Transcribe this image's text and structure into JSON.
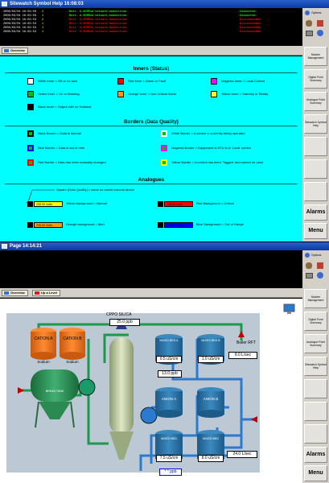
{
  "window1": {
    "title": "Sitewatch Symbol Help    16:08:03"
  },
  "window2": {
    "title": "Page     14:14:21"
  },
  "alarms": [
    {
      "date": "2006/03/04 16:02:56",
      "num": "2",
      "msg": "Host: A ACM01A network connection",
      "status": "Connected",
      "mcolor": "#00ff00",
      "scolor": "#00ff00"
    },
    {
      "date": "2006/03/04 16:02:56",
      "num": "1",
      "msg": "Host: A ACM01A network connection",
      "status": "Connected",
      "mcolor": "#00ff00",
      "scolor": "#00ff00"
    },
    {
      "date": "2006/03/04 16:02:53",
      "num": "2",
      "msg": "Host: A ACM01A network connection",
      "status": "Disconnected",
      "mcolor": "#ff0000",
      "scolor": "#ff0000"
    },
    {
      "date": "2006/03/04 16:02:53",
      "num": "1",
      "msg": "Host: A ACM01A network connection",
      "status": "Disconnected",
      "mcolor": "#ff0000",
      "scolor": "#ff0000"
    },
    {
      "date": "2006/03/04 16:02:53",
      "num": "1",
      "msg": "Host: A ACM01A network connection",
      "status": "Disconnected",
      "mcolor": "#ff0000",
      "scolor": "#ff0000"
    },
    {
      "date": "2006/03/04 16:02:53",
      "num": "1",
      "msg": "Host: A ACM01A network connection",
      "status": "Disconnected",
      "mcolor": "#ff0000",
      "scolor": "#ff0000"
    }
  ],
  "sidebar": {
    "options": "Options",
    "modem": "Modem Management",
    "digital": "Digital Point Summary",
    "analogue": "Analogue Point Summary",
    "symbol_help": "Sitewatch Symbol Help",
    "alarms": "Alarms",
    "menu": "Menu"
  },
  "toolbar1": {
    "overview": "Overview"
  },
  "toolbar2": {
    "overview": "Overview",
    "up": "Up a Level"
  },
  "help": {
    "inners_title": "Inners (Status)",
    "inners": [
      {
        "text": "White Inner = Off or no fault",
        "color": "#ffffff"
      },
      {
        "text": "Red Inner = Alarm or Fault",
        "color": "#ff0000"
      },
      {
        "text": "Magenta Inner = Local Control",
        "color": "#ff00ff"
      },
      {
        "text": "Green Inner = On or Working",
        "color": "#00c000"
      },
      {
        "text": "Orange Inner = Non Critical Alarm",
        "color": "#ff9900"
      },
      {
        "text": "Yellow Inner = Standby or Ready",
        "color": "#ffff00"
      },
      {
        "text": "Black Inner = Output with no 'fedback'",
        "color": "#000000"
      }
    ],
    "borders_title": "Borders (Data Quality)",
    "borders": [
      {
        "text": "Black Border = Data is Normal",
        "color": "#000000"
      },
      {
        "text": "White Border = A control is currently being operated",
        "color": "#ffffff"
      },
      {
        "text": "Blue Border = Data is out of date",
        "color": "#0000ff"
      },
      {
        "text": "Magenta Border = Equipment is RTU is in 'Local' control",
        "color": "#ff00ff"
      },
      {
        "text": "Red Border = Data has been manually changed",
        "color": "#ff0000"
      },
      {
        "text": "Yellow Border = A control has been 'Tagged' and cannot be used",
        "color": "#ffff00"
      }
    ],
    "analogues_title": "Analogues",
    "square_note": "Square (Data Quality) = same as border colours above",
    "analogues": [
      {
        "value": "239.99 Volts",
        "label": "Yellow background = Normal",
        "color": "#ffff00"
      },
      {
        "value": "239.99 Volts",
        "label": "Red Background = Critical",
        "color": "#ff0000"
      },
      {
        "value": "226.00 Volts",
        "label": "Orange background = Alert",
        "color": "#ff9900"
      },
      {
        "value": "239.99 Volts",
        "label": "Blue Background = Out of Range",
        "color": "#0000ff"
      }
    ]
  },
  "mimic": {
    "cppo": "CPPO SILICA",
    "cppo_val": "25.0 ppb",
    "cation_a": "CATION A",
    "cation_b": "CATION B",
    "sodium": "Sodium",
    "break_tank": "BREAK TANK",
    "mixed_a": "MIXED BED A",
    "mixed_b": "MIXED BED B",
    "mixed_a_val": "0.5 uS/cm",
    "mixed_b_val": "1.0 uS/cm",
    "boiler": "Boiler RFT",
    "boiler_val": "8.0 L/sec",
    "val13": "13.0 ppb",
    "anion_a": "ANION A",
    "anion_b": "ANION B",
    "mixed_c": "MIXED BED",
    "mixed_d": "MIXED BED",
    "mixed_c_val": "7.5 uS/cm",
    "mixed_d_val": "8.0 uS/cm",
    "flow_val": "24.0 L/sec",
    "ppb_bottom": "* * ppb"
  }
}
